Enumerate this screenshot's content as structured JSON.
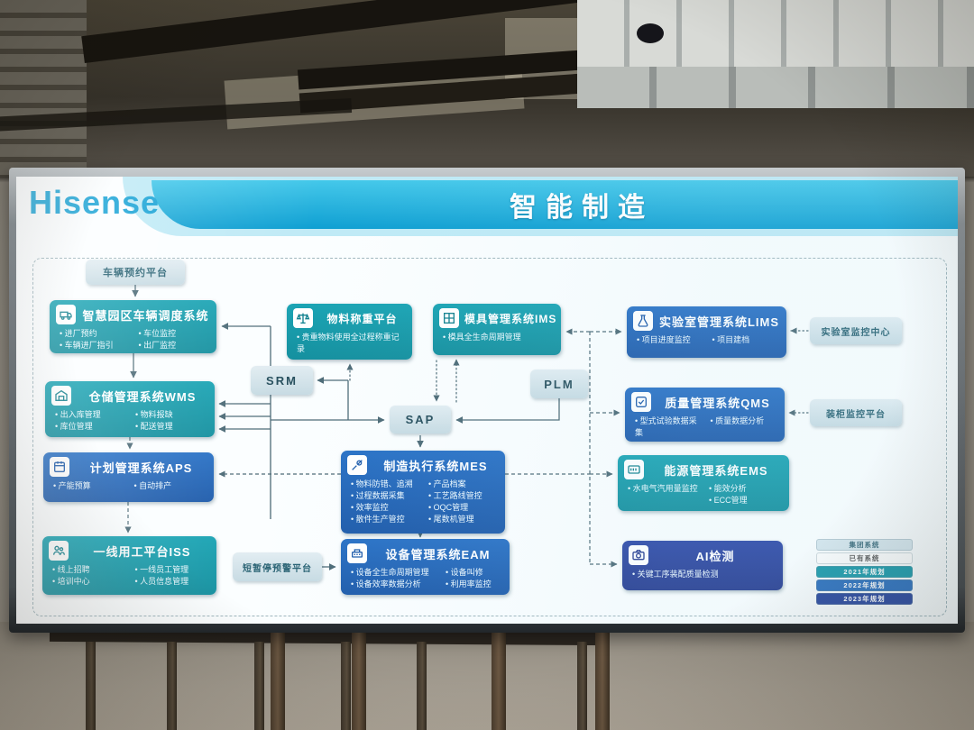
{
  "scene": {
    "brand": "Hisense",
    "title": "智能制造"
  },
  "colors": {
    "ribbon": "#19aadc",
    "teal_box": "#17a0b0",
    "blue_box": "#2566b8",
    "dark_box": "#2a3f96",
    "light_box": "#cfe2ea"
  },
  "platforms": [
    {
      "label": "车辆预约平台"
    },
    {
      "label": "SRM"
    },
    {
      "label": "SAP"
    },
    {
      "label": "PLM"
    },
    {
      "label": "实验室监控中心"
    },
    {
      "label": "装柜监控平台"
    },
    {
      "label": "短暂停预警平台"
    }
  ],
  "systems": [
    {
      "title": "智慧园区车辆调度系统",
      "icon": "vehicle-icon",
      "items_left": [
        "进厂预约",
        "车辆进厂指引"
      ],
      "items_right": [
        "车位监控",
        "出厂监控"
      ]
    },
    {
      "title": "仓储管理系统WMS",
      "icon": "warehouse-icon",
      "items_left": [
        "出入库管理",
        "库位管理"
      ],
      "items_right": [
        "物料报缺",
        "配送管理"
      ]
    },
    {
      "title": "计划管理系统APS",
      "icon": "planning-icon",
      "items_left": [
        "产能预算"
      ],
      "items_right": [
        "自动排产"
      ]
    },
    {
      "title": "一线用工平台ISS",
      "icon": "people-icon",
      "items_left": [
        "线上招聘",
        "培训中心"
      ],
      "items_right": [
        "一线员工管理",
        "人员信息管理"
      ]
    },
    {
      "title": "物料称重平台",
      "icon": "scale-icon",
      "items_left": [
        "贵重物料使用全过程称重记录"
      ],
      "items_right": []
    },
    {
      "title": "模具管理系统IMS",
      "icon": "mold-icon",
      "items_left": [
        "模具全生命周期管理"
      ],
      "items_right": []
    },
    {
      "title": "制造执行系统MES",
      "icon": "execution-icon",
      "items_left": [
        "物料防错、追溯",
        "过程数据采集",
        "效率监控",
        "散件生产管控"
      ],
      "items_right": [
        "产品档案",
        "工艺路线管控",
        "OQC管理",
        "尾数机管理"
      ]
    },
    {
      "title": "设备管理系统EAM",
      "icon": "equipment-icon",
      "items_left": [
        "设备全生命周期管理",
        "设备效率数据分析"
      ],
      "items_right": [
        "设备叫修",
        "利用率监控"
      ]
    },
    {
      "title": "实验室管理系统LIMS",
      "icon": "lab-icon",
      "items_left": [
        "项目进度监控"
      ],
      "items_right": [
        "项目建档"
      ]
    },
    {
      "title": "质量管理系统QMS",
      "icon": "quality-icon",
      "items_left": [
        "型式试验数据采集"
      ],
      "items_right": [
        "质量数据分析"
      ]
    },
    {
      "title": "能源管理系统EMS",
      "icon": "energy-icon",
      "items_left": [
        "水电气汽用量监控"
      ],
      "items_right": [
        "能效分析",
        "ECC管理"
      ]
    },
    {
      "title": "AI检测",
      "icon": "ai-icon",
      "items_left": [
        "关键工序装配质量检测"
      ],
      "items_right": []
    }
  ],
  "legend": {
    "items": [
      {
        "label": "集团系统",
        "color": "#d7e7ee",
        "text_color": "#3a6b7c"
      },
      {
        "label": "已有系统",
        "color": "#ffffff",
        "text_color": "#555555"
      },
      {
        "label": "2021年规划",
        "color": "#199aab",
        "text_color": "#ffffff"
      },
      {
        "label": "2022年规划",
        "color": "#2a6fbf",
        "text_color": "#ffffff"
      },
      {
        "label": "2023年规划",
        "color": "#27459e",
        "text_color": "#ffffff"
      }
    ]
  }
}
